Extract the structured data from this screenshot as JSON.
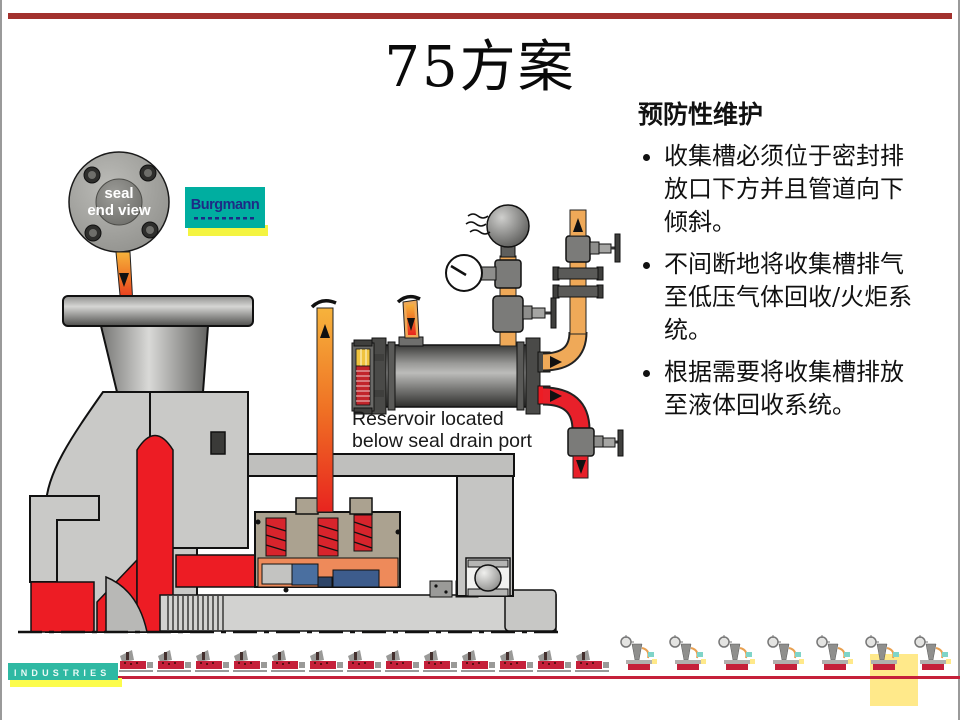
{
  "slide": {
    "title": "75方案"
  },
  "seal_end_view": {
    "label_line1": "seal",
    "label_line2": "end view"
  },
  "logo": {
    "brand": "Burgmann"
  },
  "reservoir": {
    "caption_line1": "Reservoir located",
    "caption_line2": "below seal drain port"
  },
  "maintenance": {
    "heading": "预防性维护",
    "bullets": [
      "收集槽必须位于密封排放口下方并且管道向下倾斜。",
      "不间断地将收集槽排气至低压气体回收/火炬系统。",
      "根据需要将收集槽排放至液体回收系统。"
    ]
  },
  "footer": {
    "brand": "INDUSTRIES"
  },
  "colors": {
    "rule_red": "#A2312D",
    "fluid_red": "#ED1C24",
    "pipe_orange": "#EFA958",
    "brand_teal": "#00AEA0",
    "brand_blue": "#1D2B86",
    "gland_tan": "#ABA290",
    "seal_blue": "#4A6FA0",
    "footer_teal": "#2FB9A3",
    "footer_red": "#C5203A",
    "highlight_yellow": "#FFE98A"
  }
}
